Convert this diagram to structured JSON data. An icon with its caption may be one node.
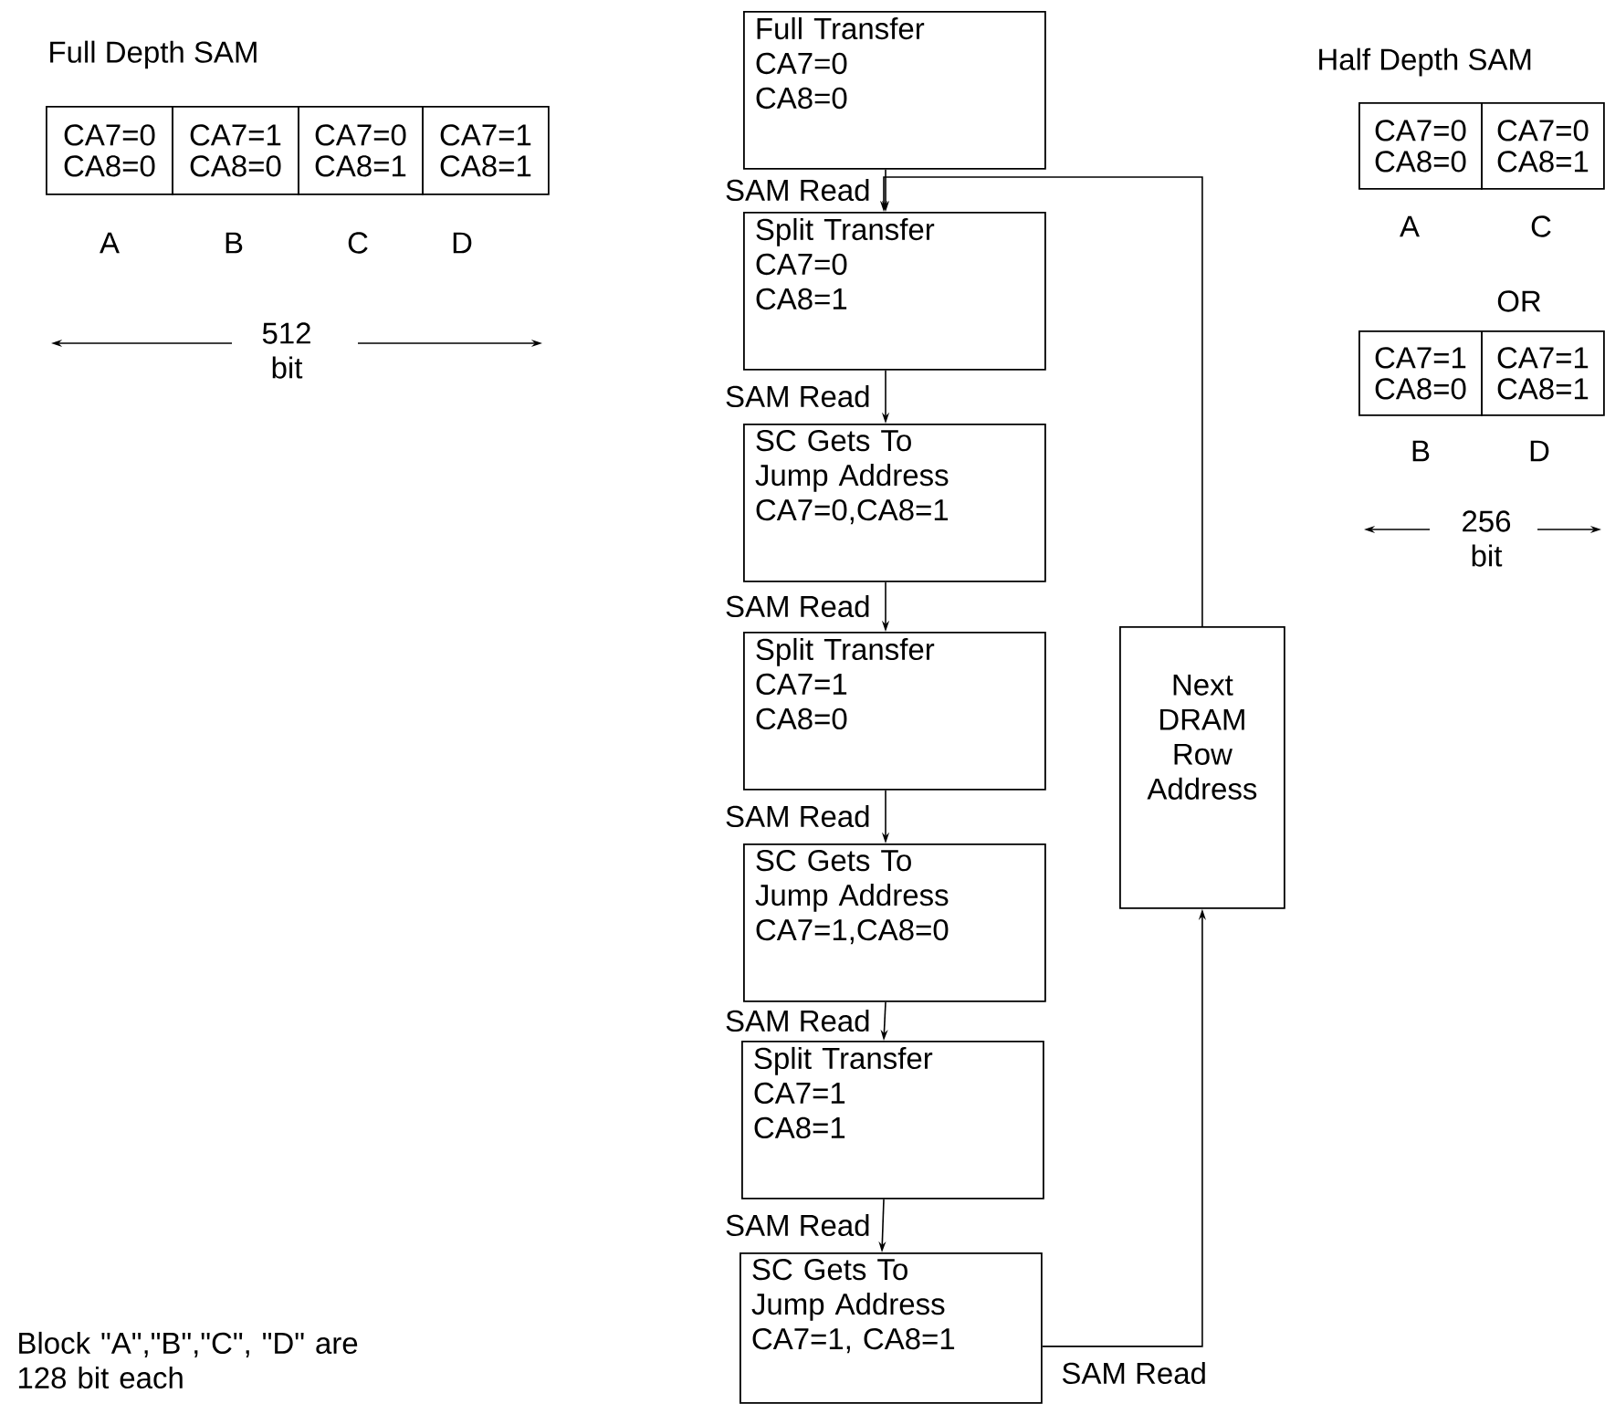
{
  "diagram": {
    "nodes": [
      {
        "text": [
          "Full Transfer",
          "CA7=0",
          "CA8=0"
        ]
      },
      {
        "text": [
          "Split Transfer",
          "CA7=0",
          "CA8=1"
        ]
      },
      {
        "text": [
          "SC Gets To Jump Address",
          "CA7=0,CA8=1"
        ]
      },
      {
        "text": [
          "Split Transfer",
          "CA7=1",
          "CA8=0"
        ]
      },
      {
        "text": [
          "SC Gets To Jump Address",
          "CA7=1,CA8=0"
        ]
      },
      {
        "text": [
          "Split Transfer",
          "CA7=1",
          "CA8=1"
        ]
      },
      {
        "text": [
          "SC Gets To Jump Address",
          "CA7=1, CA8=1"
        ]
      },
      {
        "text": [
          "Next DRAM Row Address"
        ]
      },
      {
        "text": [
          "CA7=0",
          "CA8=0"
        ]
      },
      {
        "text": [
          "CA7=1",
          "CA8=0"
        ]
      },
      {
        "text": [
          "CA7=0",
          "CA8=1"
        ]
      },
      {
        "text": [
          "CA7=1",
          "CA8=1"
        ]
      },
      {
        "text": [
          "CA7=0",
          "CA8=0"
        ]
      },
      {
        "text": [
          "CA7=0",
          "CA8=1"
        ]
      },
      {
        "text": [
          "CA7=1",
          "CA8=0"
        ]
      },
      {
        "text": [
          "CA7=1",
          "CA8=1"
        ]
      }
    ],
    "edges": [
      {
        "from": 0,
        "to": 1,
        "arrow": "to",
        "label": "SAM Read"
      },
      {
        "from": 1,
        "to": 2,
        "arrow": "to",
        "label": "SAM Read"
      },
      {
        "from": 2,
        "to": 3,
        "arrow": "to",
        "label": "SAM Read"
      },
      {
        "from": 3,
        "to": 4,
        "arrow": "to",
        "label": "SAM Read"
      },
      {
        "from": 4,
        "to": 5,
        "arrow": "to",
        "label": "SAM Read"
      },
      {
        "from": 5,
        "to": 6,
        "arrow": "to",
        "label": "SAM Read"
      },
      {
        "from": 6,
        "to": 7,
        "arrow": "to",
        "label": "SAM Read"
      },
      {
        "from": 7,
        "to": 1,
        "arrow": "to"
      }
    ],
    "labels": [
      "Full Depth SAM",
      "A",
      "B",
      "C",
      "D",
      "512 bit",
      "Half Depth SAM",
      "A",
      "C",
      "OR",
      "B",
      "D",
      "256 bit",
      "Block \"A\",\"B\",\"C\", \"D\" are 128 bit each"
    ]
  }
}
